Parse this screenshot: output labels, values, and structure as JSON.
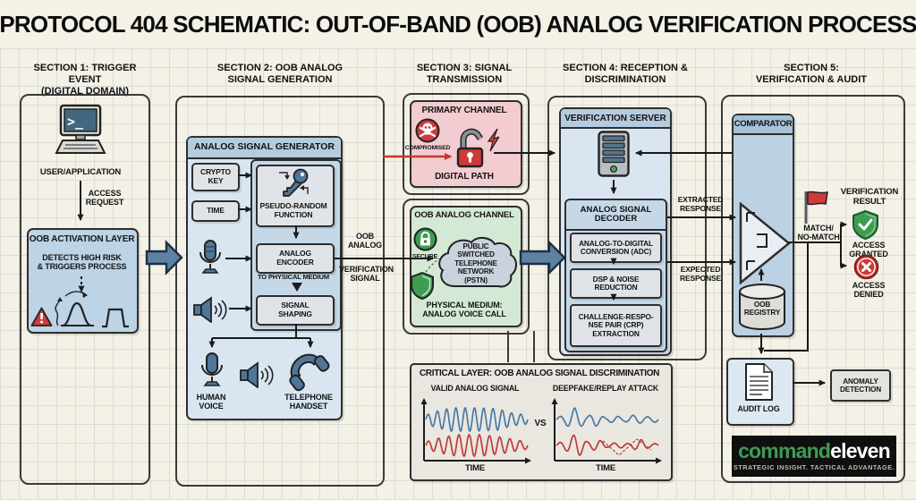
{
  "title": "PROTOCOL 404 SCHEMATIC: OUT-OF-BAND (OOB) ANALOG VERIFICATION PROCESS",
  "s1": {
    "h": "SECTION 1: TRIGGER EVENT\n(DIGITAL DOMAIN)",
    "user": "USER/APPLICATION",
    "access": "ACCESS\nREQUEST",
    "activation_title": "OOB ACTIVATION LAYER",
    "activation_sub": "DETECTS HIGH RISK\n& TRIGGERS PROCESS"
  },
  "s2": {
    "h": "SECTION 2: OOB ANALOG\nSIGNAL GENERATION",
    "generator": "ANALOG SIGNAL GENERATOR",
    "crypto": "CRYPTO\nKEY",
    "time": "TIME",
    "prf": "PSEUDO-RANDOM\nFUNCTION",
    "encoder": "ANALOG\nENCODER",
    "to_medium": "TO PHYSICAL MEDIUM",
    "shaping": "SIGNAL\nSHAPING",
    "voice": "HUMAN\nVOICE",
    "handset": "TELEPHONE\nHANDSET",
    "signal_a": "OOB\nANALOG",
    "signal_b": "VERIFICATION\nSIGNAL"
  },
  "s3": {
    "h": "SECTION 3: SIGNAL\nTRANSMISSION",
    "primary": "PRIMARY CHANNEL",
    "compromised": "COMPROMISED",
    "digital": "DIGITAL PATH",
    "oob": "OOB ANALOG CHANNEL",
    "secure": "SECURE",
    "pstn": "PUBLIC\nSWITCHED\nTELEPHONE\nNETWORK\n(PSTN)",
    "medium": "PHYSICAL MEDIUM:\nANALOG VOICE CALL"
  },
  "s4": {
    "h": "SECTION 4: RECEPTION &\nDISCRIMINATION",
    "server": "VERIFICATION SERVER",
    "decoder": "ANALOG SIGNAL\nDECODER",
    "adc": "ANALOG-TO-DIGITAL\nCONVERSION (ADC)",
    "dsp": "DSP & NOISE\nREDUCTION",
    "crp": "CHALLENGE-RESPO-\nNSE PAIR (CRP)\nEXTRACTION",
    "extracted": "EXTRACTED\nRESPONSE",
    "expected": "EXPECTED\nRESPONSE"
  },
  "s5": {
    "h": "SECTION 5:\nVERIFICATION & AUDIT",
    "comparator": "COMPARATOR",
    "registry": "OOB\nREGISTRY",
    "match": "MATCH/\nNO-MATCH",
    "result": "VERIFICATION\nRESULT",
    "granted": "ACCESS\nGRANTED",
    "denied": "ACCESS\nDENIED",
    "audit": "AUDIT LOG",
    "anomaly": "ANOMALY\nDETECTION"
  },
  "critical": {
    "title": "CRITICAL LAYER: OOB ANALOG SIGNAL DISCRIMINATION",
    "valid": "VALID ANALOG SIGNAL",
    "attack": "DEEPFAKE/REPLAY ATTACK",
    "vs": "VS",
    "time": "TIME"
  },
  "logo": {
    "command": "command",
    "eleven": "eleven",
    "tagline": "STRATEGIC INSIGHT. TACTICAL ADVANTAGE."
  },
  "icons": [
    "terminal-computer-icon",
    "warning-triangle-icon",
    "bell-curve-icon",
    "pulse-icon",
    "microphone-icon",
    "speaker-icon",
    "telephone-handset-icon",
    "key-icon",
    "skull-crossbones-icon",
    "open-padlock-icon",
    "lightning-icon",
    "secure-lock-icon",
    "shield-icon",
    "cloud-icon",
    "server-icon",
    "comparator-triangle-icon",
    "database-cylinder-icon",
    "red-flag-icon",
    "shield-check-icon",
    "x-circle-icon",
    "document-icon"
  ],
  "colors": {
    "background": "#f4f1e6",
    "panel_blue": "#d9e6f1",
    "band_blue": "#b5cbdf",
    "inner_blue": "#c5d8e8",
    "small_box": "#e0e4e9",
    "steel_blue": "#4f7699",
    "arrow_blue": "#5d82a3",
    "pink": "#f2ccd1",
    "green_panel": "#d4e9d5",
    "alert_red": "#ce3a3a",
    "ok_green": "#3e9d51",
    "wave_blue": "#4a7aa5",
    "wave_red": "#c03b38"
  },
  "waves": {
    "valid_blue": {
      "f": 11,
      "env": [
        [
          0,
          5
        ],
        [
          0.1,
          9
        ],
        [
          0.25,
          13
        ],
        [
          0.5,
          13
        ],
        [
          0.7,
          12
        ],
        [
          0.85,
          7
        ],
        [
          1,
          5
        ]
      ]
    },
    "valid_red": {
      "f": 10,
      "env": [
        [
          0,
          4
        ],
        [
          0.12,
          8
        ],
        [
          0.3,
          12
        ],
        [
          0.55,
          12
        ],
        [
          0.75,
          9
        ],
        [
          1,
          4
        ]
      ]
    },
    "attack_blue": {
      "f": 7,
      "env": [
        [
          0,
          2
        ],
        [
          0.08,
          5
        ],
        [
          0.18,
          13
        ],
        [
          0.3,
          3
        ],
        [
          0.38,
          8
        ],
        [
          0.48,
          2
        ],
        [
          0.58,
          4
        ],
        [
          0.66,
          2
        ],
        [
          0.76,
          5
        ],
        [
          0.88,
          3
        ],
        [
          1,
          3
        ]
      ]
    },
    "attack_red": {
      "f": 7.5,
      "env": [
        [
          0,
          2
        ],
        [
          0.1,
          6
        ],
        [
          0.2,
          14
        ],
        [
          0.3,
          4
        ],
        [
          0.42,
          6
        ],
        [
          0.5,
          2
        ],
        [
          0.6,
          3
        ],
        [
          0.72,
          2
        ],
        [
          0.82,
          7
        ],
        [
          0.92,
          2
        ],
        [
          1,
          2
        ]
      ]
    }
  }
}
